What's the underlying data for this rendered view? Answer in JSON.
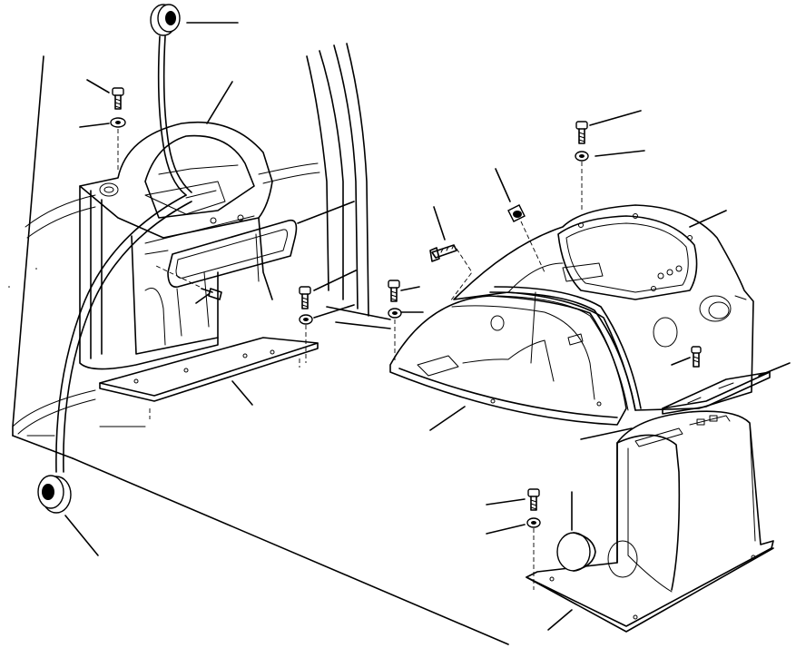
{
  "diagram": {
    "kind": "exploded-parts-view",
    "callouts": [
      {
        "id": "grommet-top-callout"
      },
      {
        "id": "bolt-left-callout"
      },
      {
        "id": "washer-left-callout"
      },
      {
        "id": "dash-shroud-left-callout"
      },
      {
        "id": "trim-plate-callout"
      },
      {
        "id": "screw-left-mid-callout"
      },
      {
        "id": "floor-plate-callout"
      },
      {
        "id": "screw-left-floor-callout"
      },
      {
        "id": "washer-left-floor-callout"
      },
      {
        "id": "grommet-bottom-callout"
      },
      {
        "id": "bolt-center-callout"
      },
      {
        "id": "washer-center-callout"
      },
      {
        "id": "plug-callout"
      },
      {
        "id": "screw-center-callout"
      },
      {
        "id": "seal-strip-callout"
      },
      {
        "id": "lower-panel-callout"
      },
      {
        "id": "bolt-right-top-callout"
      },
      {
        "id": "washer-right-top-callout"
      },
      {
        "id": "instrument-cover-callout"
      },
      {
        "id": "screw-right-callout"
      },
      {
        "id": "plate-right-callout"
      },
      {
        "id": "panel-base-callout"
      },
      {
        "id": "bolt-right-bottom-callout"
      },
      {
        "id": "washer-right-bottom-callout"
      },
      {
        "id": "cap-callout"
      },
      {
        "id": "base-callout"
      }
    ]
  }
}
